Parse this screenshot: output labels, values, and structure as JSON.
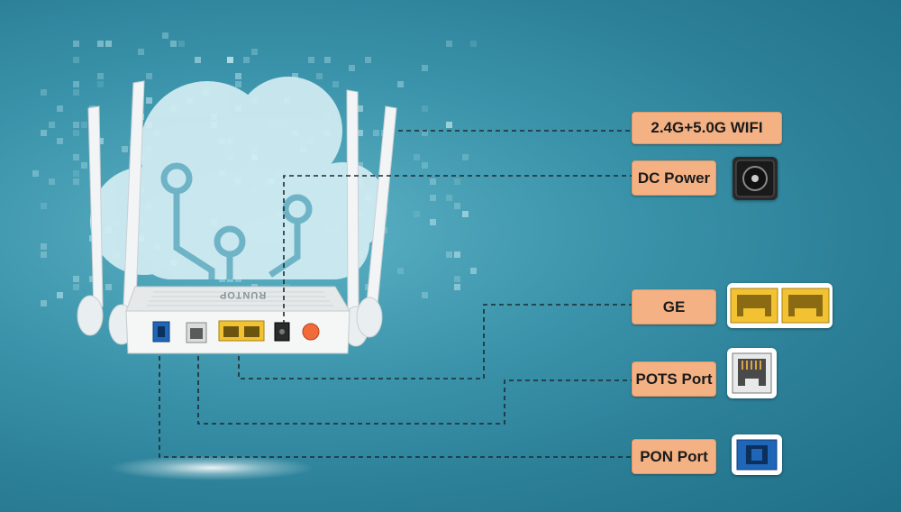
{
  "brand": "RUNTOP",
  "ports": {
    "wifi": "2.4G+5.0G WIFI",
    "dc_power": "DC Power",
    "ge": "GE",
    "pots": "POTS Port",
    "pon": "PON Port"
  },
  "colors": {
    "label_bg": "#f4b183",
    "background": "#3a93aa",
    "ethernet_yellow": "#f2c232",
    "pon_blue": "#1f66b8"
  }
}
